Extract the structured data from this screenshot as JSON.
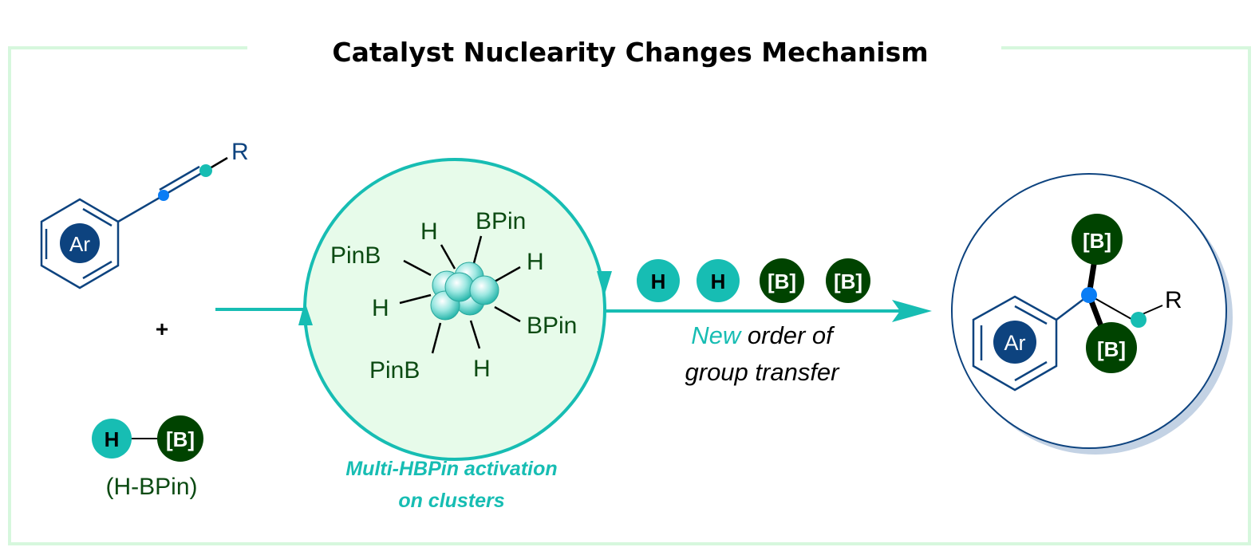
{
  "title": "Catalyst Nuclearity Changes Mechanism",
  "reactant": {
    "ar_label": "Ar",
    "r_label": "R",
    "plus": "+"
  },
  "reagent": {
    "h_label": "H",
    "b_label": "[B]",
    "name": "(H-BPin)"
  },
  "cluster": {
    "ligands": [
      "PinB",
      "H",
      "BPin",
      "H",
      "H",
      "BPin",
      "PinB",
      "H"
    ],
    "caption_line1": "Multi-HBPin activation",
    "caption_line2": "on clusters"
  },
  "transfer": {
    "groups": [
      "H",
      "H",
      "[B]",
      "[B]"
    ],
    "new_word": "New",
    "line1_rest": " order of",
    "line2": "group transfer"
  },
  "product": {
    "ar_label": "Ar",
    "b_top": "[B]",
    "b_bottom": "[B]",
    "r_label": "R"
  },
  "colors": {
    "teal": "#17bdb3",
    "dark_green": "#004300",
    "navy": "#0d437f",
    "blue_dot": "#0a7df5",
    "bg_green": "#e7fbea",
    "frame": "#d6f7dd"
  }
}
